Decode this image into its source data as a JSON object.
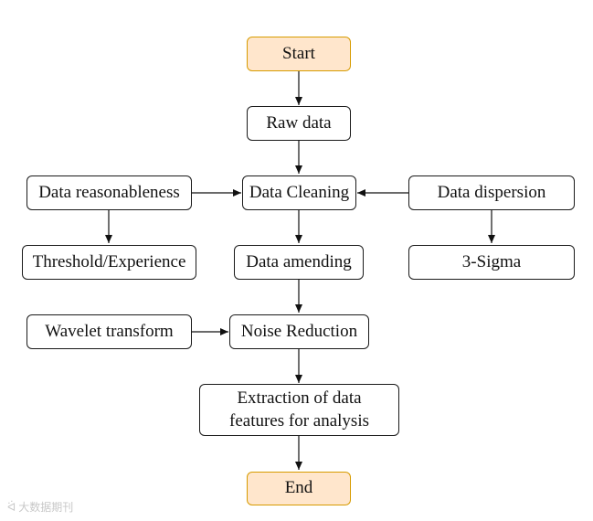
{
  "nodes": {
    "start": "Start",
    "raw_data": "Raw data",
    "data_reasonableness": "Data reasonableness",
    "data_cleaning": "Data Cleaning",
    "data_dispersion": "Data dispersion",
    "threshold_experience": "Threshold/Experience",
    "data_amending": "Data amending",
    "three_sigma": "3-Sigma",
    "wavelet_transform": "Wavelet transform",
    "noise_reduction": "Noise Reduction",
    "extraction": "Extraction of data features for analysis",
    "end": "End"
  },
  "colors": {
    "terminal_fill": "#ffe6cc",
    "terminal_border": "#d79b00",
    "box_border": "#1a1a1a"
  },
  "watermark": {
    "text": "大数据期刊"
  }
}
